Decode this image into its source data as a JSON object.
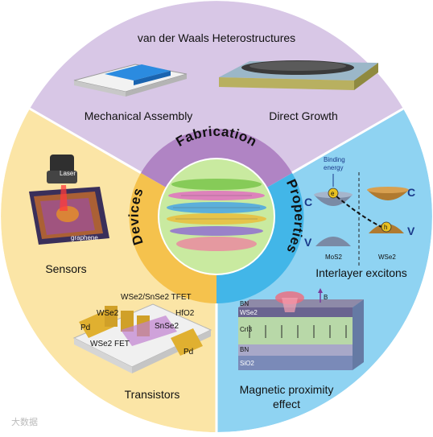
{
  "colors": {
    "fabrication": "#d8c7e6",
    "devices": "#fbe5a6",
    "properties": "#8fd3f2",
    "fab_ring": "#b084c4",
    "dev_ring": "#f5c24d",
    "prop_ring": "#42b6e8",
    "center": "#c9eaa0"
  },
  "sections": {
    "fabrication": {
      "title": "van der Waals Heterostructures",
      "ring_label": "Fabrication",
      "left_caption": "Mechanical Assembly",
      "right_caption": "Direct Growth"
    },
    "devices": {
      "ring_label": "Devices",
      "sensor_caption": "Sensors",
      "transistor_caption": "Transistors",
      "sensor_laser": "Laser",
      "sensor_material": "graphene",
      "tr_top": "WSe2/SnSe2 TFET",
      "tr_wse2": "WSe2",
      "tr_snse2": "SnSe2",
      "tr_hfo2": "HfO2",
      "tr_pd_left": "Pd",
      "tr_pd_right": "Pd",
      "tr_fet": "WSe2 FET"
    },
    "properties": {
      "ring_label": "Properties",
      "exciton_caption": "Interlayer excitons",
      "magnetic_caption_line1": "Magnetic proximity",
      "magnetic_caption_line2": "effect",
      "binding_energy_1": "Binding",
      "binding_energy_2": "energy",
      "c_left": "C",
      "c_right": "C",
      "v_left": "V",
      "v_right": "V",
      "mos2": "MoS2",
      "wse2": "WSe2",
      "e_symbol": "e",
      "h_symbol": "h",
      "mag_bn_top": "BN",
      "mag_wse2": "WSe2",
      "mag_cri3": "CrI3",
      "mag_bn_bottom": "BN",
      "mag_sio2": "SiO2",
      "mag_b": "B"
    }
  },
  "watermark": "大数据"
}
